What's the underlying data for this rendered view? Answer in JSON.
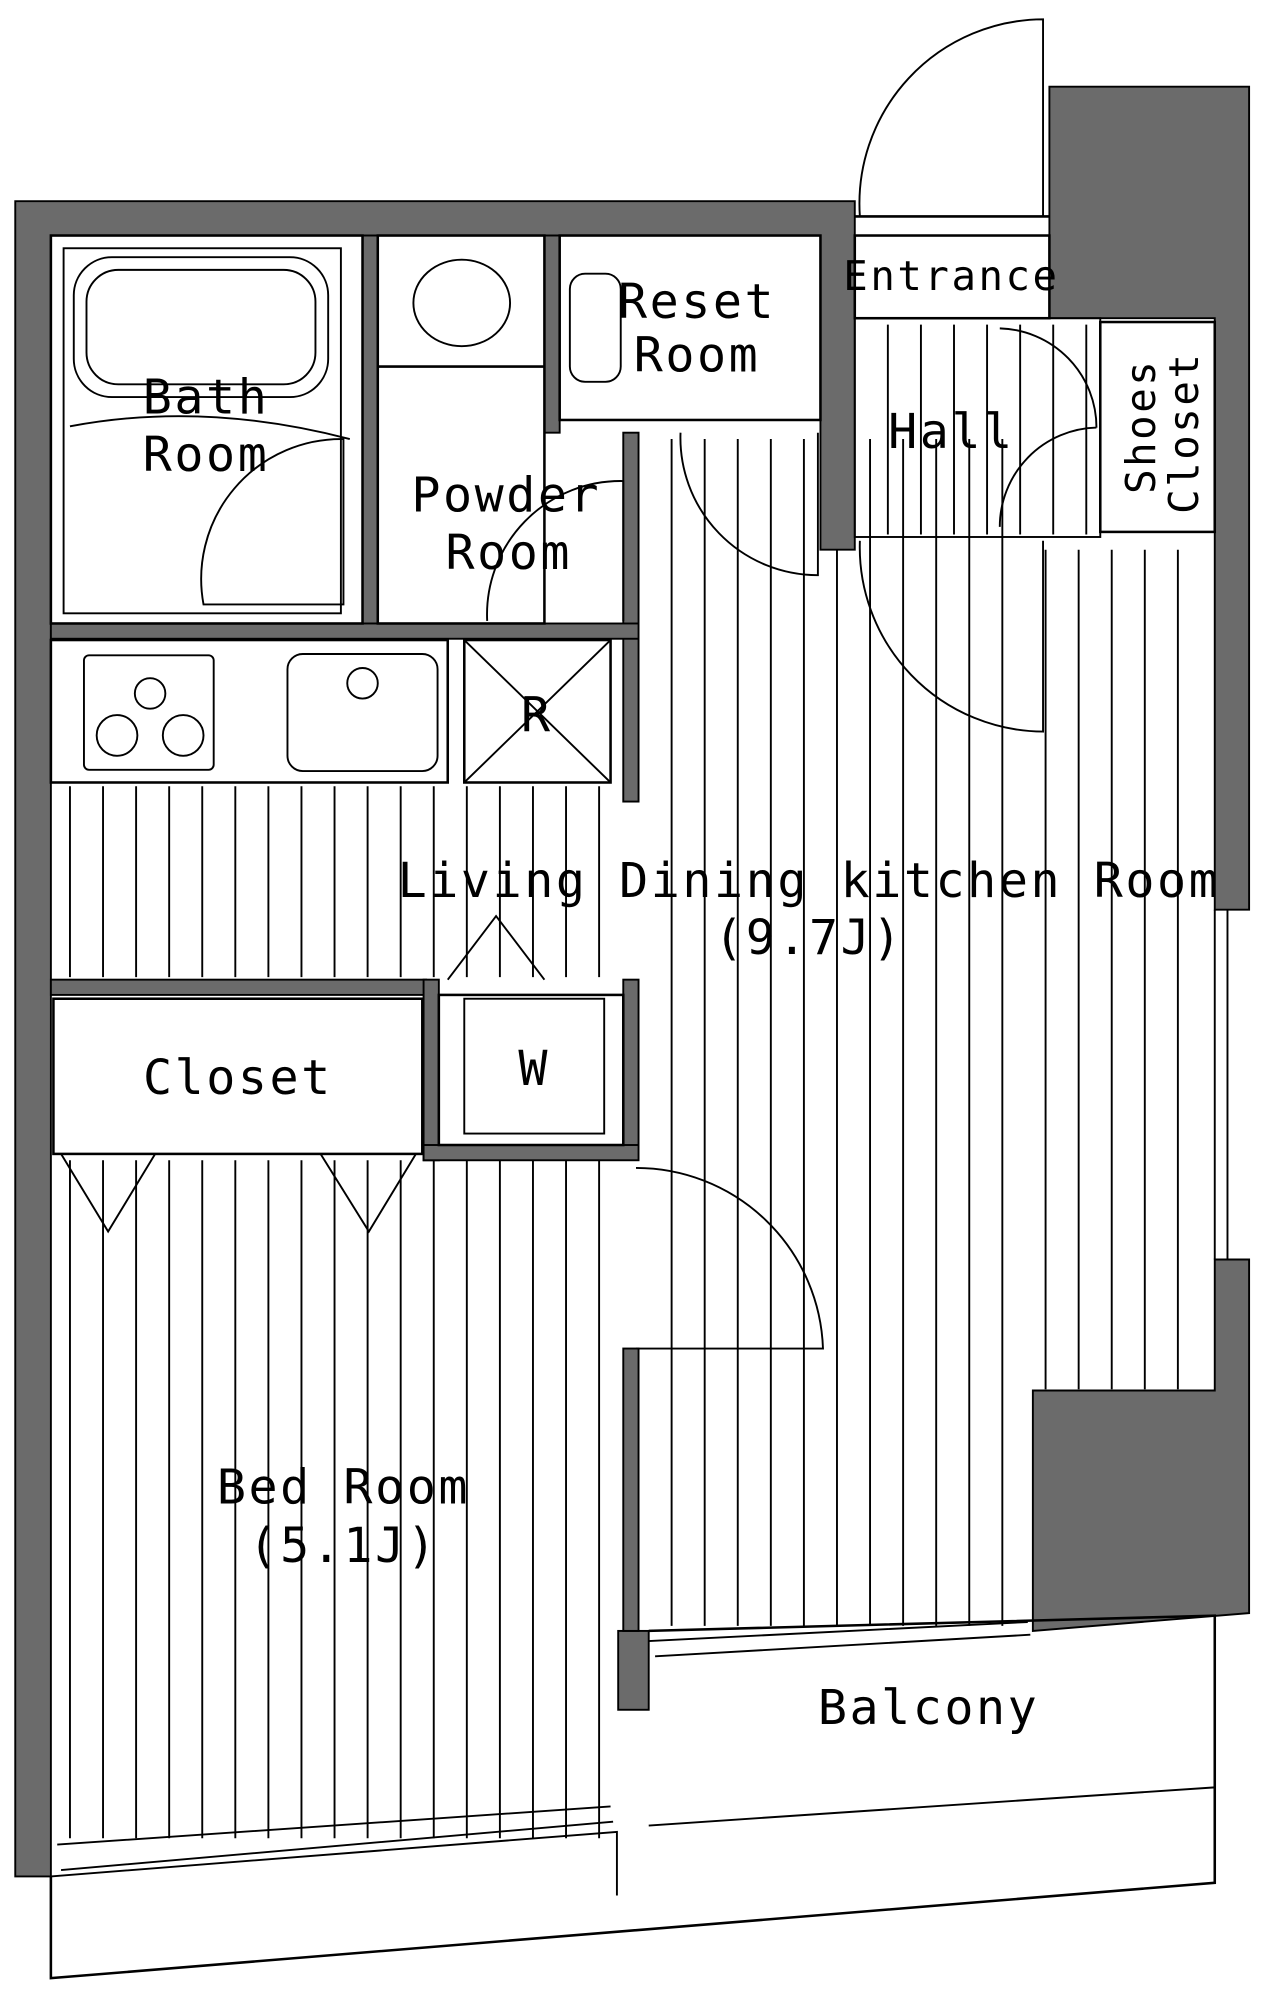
{
  "colors": {
    "wall": "#6b6b6b",
    "line": "#000000",
    "background": "#ffffff"
  },
  "rooms": {
    "bath_line1": "Bath",
    "bath_line2": "Room",
    "powder_line1": "Powder",
    "powder_line2": "Room",
    "reset_line1": "Reset",
    "reset_line2": "Room",
    "entrance": "Entrance",
    "hall": "Hall",
    "shoes_line1": "Shoes",
    "shoes_line2": "Closet",
    "refrigerator": "R",
    "ldk_name": "Living Dining kitchen Room",
    "ldk_size": "(9.7J)",
    "washer": "W",
    "closet": "Closet",
    "bed_name": "Bed Room",
    "bed_size": "(5.1J)",
    "balcony": "Balcony"
  }
}
